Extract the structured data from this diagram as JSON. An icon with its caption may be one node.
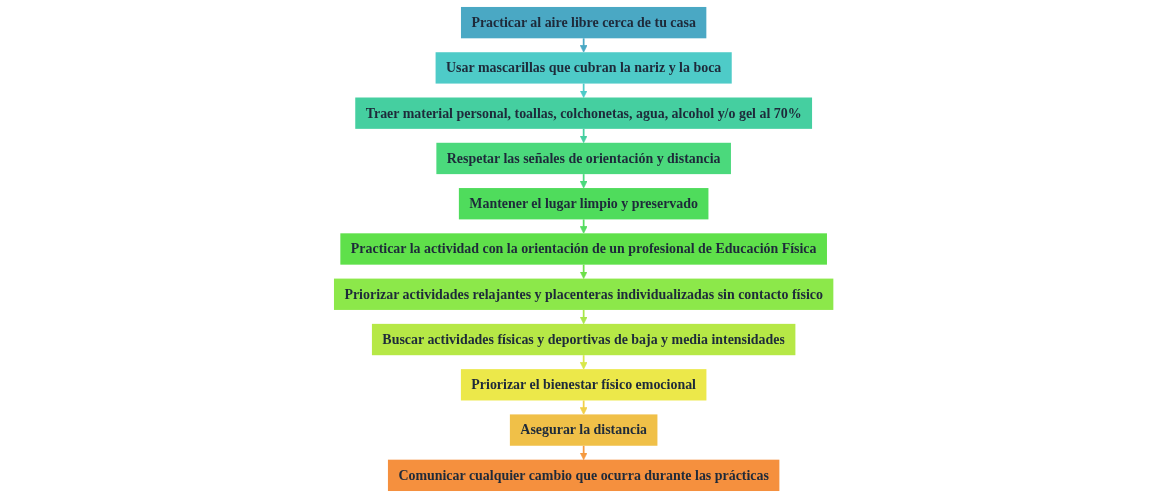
{
  "diagram": {
    "nodes": [
      {
        "text": [
          "Practicar al aire libre cerca de tu casa"
        ]
      },
      {
        "text": [
          "Usar mascarillas que cubran la nariz y la boca"
        ]
      },
      {
        "text": [
          "Traer material personal, toallas, colchonetas, agua, alcohol y/o gel al 70%"
        ]
      },
      {
        "text": [
          "Respetar las señales de orientación y distancia"
        ]
      },
      {
        "text": [
          "Mantener el lugar limpio y preservado"
        ]
      },
      {
        "text": [
          "Practicar la actividad con la orientación de un profesional de Educación Física"
        ]
      },
      {
        "text": [
          "Priorizar actividades relajantes y placenteras individualizadas sin contacto físico"
        ]
      },
      {
        "text": [
          "Buscar actividades físicas y deportivas de baja y media intensidades"
        ]
      },
      {
        "text": [
          "Priorizar el bienestar físico emocional"
        ]
      },
      {
        "text": [
          "Asegurar la distancia"
        ]
      },
      {
        "text": [
          "Comunicar cualquier cambio que ocurra durante las prácticas"
        ]
      }
    ],
    "edges": [
      {
        "from": 0,
        "to": 1,
        "arrow": "to",
        "color": "#4aa8c4"
      },
      {
        "from": 1,
        "to": 2,
        "arrow": "to",
        "color": "#4ecbc8"
      },
      {
        "from": 2,
        "to": 3,
        "arrow": "to",
        "color": "#45cfa0"
      },
      {
        "from": 3,
        "to": 4,
        "arrow": "to",
        "color": "#4bd97c"
      },
      {
        "from": 4,
        "to": 5,
        "arrow": "to",
        "color": "#55dc60"
      },
      {
        "from": 5,
        "to": 6,
        "arrow": "to",
        "color": "#6ee04a"
      },
      {
        "from": 6,
        "to": 7,
        "arrow": "to",
        "color": "#a8e64a"
      },
      {
        "from": 7,
        "to": 8,
        "arrow": "to",
        "color": "#d8e84a"
      },
      {
        "from": 8,
        "to": 9,
        "arrow": "to",
        "color": "#f0d048"
      },
      {
        "from": 9,
        "to": 10,
        "arrow": "to",
        "color": "#f59a40"
      }
    ]
  }
}
